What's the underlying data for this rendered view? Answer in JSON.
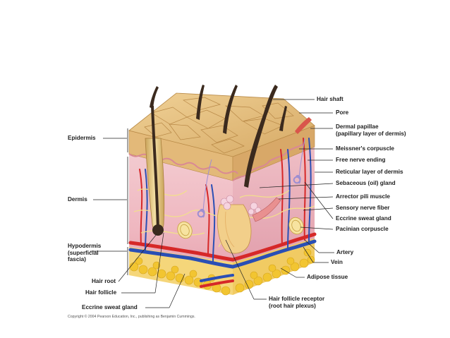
{
  "figure": {
    "copyright": "Copyright © 2004 Pearson Education, Inc., publishing as Benjamin Cummings."
  },
  "labels_left": {
    "epidermis": "Epidermis",
    "dermis": "Dermis",
    "hypodermis": "Hypodermis\n(superficial\nfascia)",
    "hair_root": "Hair root",
    "hair_follicle": "Hair follicle",
    "eccrine_sweat_gland": "Eccrine sweat gland"
  },
  "labels_right": {
    "hair_shaft": "Hair shaft",
    "pore": "Pore",
    "dermal_papillae": "Dermal papillae\n(papillary layer of dermis)",
    "meissners_corpuscle": "Meissner's corpuscle",
    "free_nerve_ending": "Free nerve ending",
    "reticular_layer": "Reticular layer of dermis",
    "sebaceous_gland": "Sebaceous (oil) gland",
    "arrector_pili": "Arrector pili muscle",
    "sensory_nerve_fiber": "Sensory nerve fiber",
    "eccrine_sweat_gland": "Eccrine sweat gland",
    "pacinian_corpuscle": "Pacinian corpuscle"
  },
  "labels_bottom": {
    "artery": "Artery",
    "vein": "Vein",
    "adipose_tissue": "Adipose tissue",
    "hair_follicle_receptor": "Hair follicle receptor\n(root hair plexus)"
  },
  "colors": {
    "epidermis_top": "#e6c27c",
    "epidermis_side": "#d9a964",
    "dermis": "#f1c3c8",
    "dermis_dark": "#e09aa8",
    "hypodermis": "#f7d77a",
    "fat": "#f2c531",
    "artery": "#d62828",
    "vein": "#2a4fb5",
    "nerve": "#f2df8c",
    "hair": "#3b2a1e",
    "follicle": "#e8cf8a",
    "leader": "#222222"
  },
  "icons": [
    "skin-block-illustration"
  ]
}
